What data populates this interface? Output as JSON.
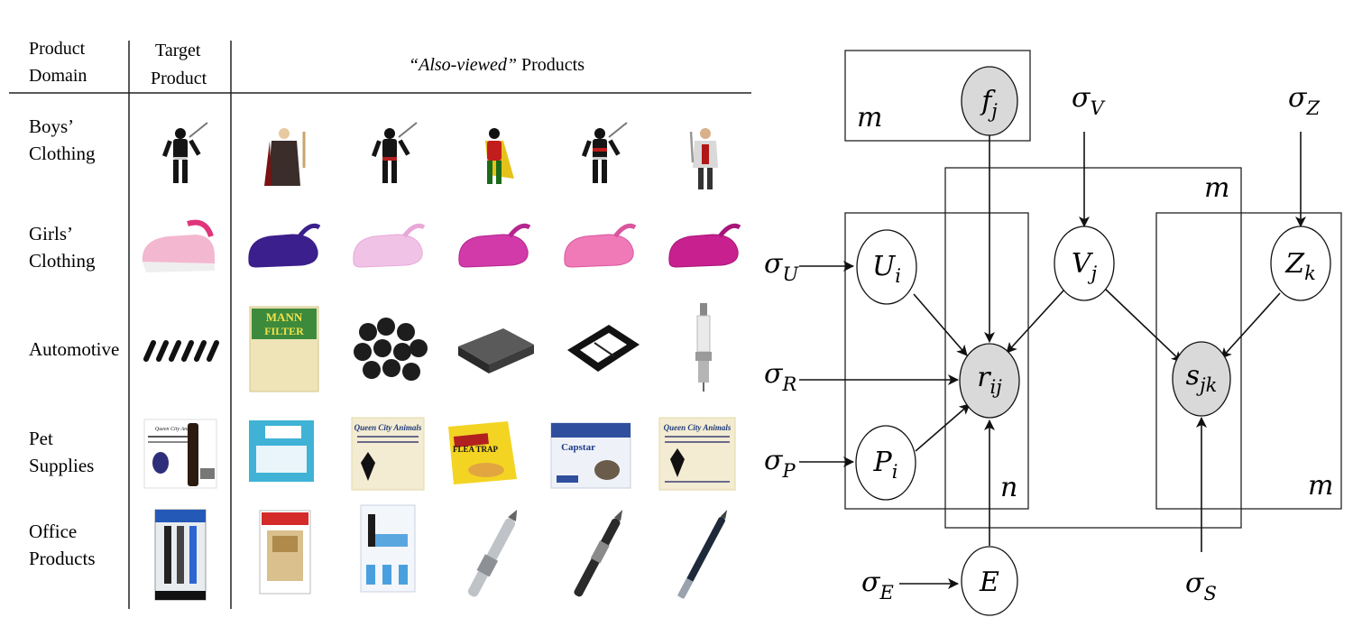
{
  "table": {
    "headers": {
      "domain_line1": "Product",
      "domain_line2": "Domain",
      "target_line1": "Target",
      "target_line2": "Product",
      "also_viewed_italic": "“Also-viewed”",
      "also_viewed_rest": " Products"
    },
    "rows": [
      {
        "label_line1": "Boys’",
        "label_line2": "Clothing",
        "icon": "ninja-costume-icon",
        "also": [
          "vampire-costume-icon",
          "ninja-costume-icon",
          "robin-costume-icon",
          "ninja-costume-icon",
          "knight-costume-icon"
        ]
      },
      {
        "label_line1": "Girls’",
        "label_line2": "Clothing",
        "icon": "pink-shoe-icon",
        "also": [
          "clog-icon",
          "clog-icon",
          "clog-icon",
          "clog-icon",
          "clog-icon"
        ]
      },
      {
        "label_line1": "Automotive",
        "label_line2": "",
        "icon": "bolts-icon",
        "also": [
          "cabin-filter-icon",
          "plastic-clips-icon",
          "cabin-filter-icon",
          "air-filter-icon",
          "spark-plug-icon"
        ]
      },
      {
        "label_line1": "Pet",
        "label_line2": "Supplies",
        "icon": "flea-remedy-icon",
        "also": [
          "pet-box-icon",
          "pet-box-icon",
          "flea-trap-icon",
          "pet-box-icon",
          "pet-box-icon"
        ]
      },
      {
        "label_line1": "Office",
        "label_line2": "Products",
        "icon": "pen-pack-icon",
        "also": [
          "pen-pack-icon",
          "lead-refill-icon",
          "pen-icon",
          "pen-icon",
          "pen-icon"
        ]
      }
    ],
    "product_texts": {
      "mann": "MANN",
      "filter": "FILTER",
      "qca": "Queen City Animals",
      "flea": "FLEA TRAP",
      "capstar": "Capstar"
    }
  },
  "model": {
    "plates": {
      "m_top": "m",
      "m_mid": "m",
      "n": "n",
      "m_right": "m"
    },
    "nodes": {
      "f": {
        "base": "f",
        "sub": "j"
      },
      "U": {
        "base": "U",
        "sub": "i"
      },
      "V": {
        "base": "V",
        "sub": "j"
      },
      "Z": {
        "base": "Z",
        "sub": "k"
      },
      "r": {
        "base": "r",
        "sub": "ij"
      },
      "s": {
        "base": "s",
        "sub": "jk"
      },
      "P": {
        "base": "P",
        "sub": "i"
      },
      "E": {
        "base": "E",
        "sub": ""
      }
    },
    "hyper": {
      "sigma_U": {
        "base": "σ",
        "sub": "U"
      },
      "sigma_V": {
        "base": "σ",
        "sub": "V"
      },
      "sigma_Z": {
        "base": "σ",
        "sub": "Z"
      },
      "sigma_R": {
        "base": "σ",
        "sub": "R"
      },
      "sigma_P": {
        "base": "σ",
        "sub": "P"
      },
      "sigma_E": {
        "base": "σ",
        "sub": "E"
      },
      "sigma_S": {
        "base": "σ",
        "sub": "S"
      }
    },
    "colors": {
      "observed": "#d9d9d9",
      "latent": "#ffffff"
    }
  }
}
